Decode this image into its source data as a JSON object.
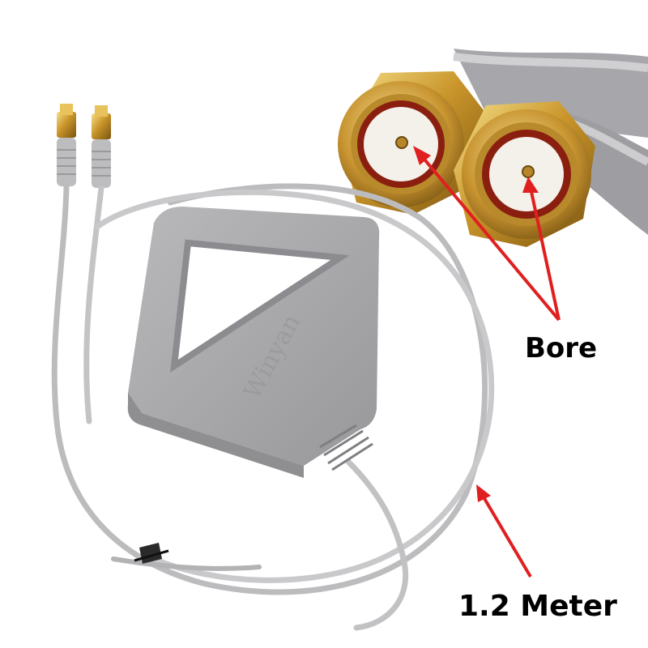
{
  "annotations": {
    "bore_label": "Bore",
    "length_label": "1.2 Meter"
  },
  "product": {
    "brand": "Winyan"
  },
  "colors": {
    "antenna_body": "#a9a9ab",
    "cable": "#c9c9c9",
    "gold_connector": "#d4a93a",
    "arrow": "#e02020"
  }
}
